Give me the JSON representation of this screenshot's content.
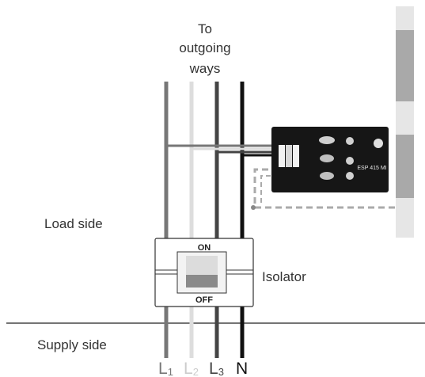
{
  "top_label_lines": [
    "To",
    "outgoing",
    "ways"
  ],
  "load_side": "Load side",
  "supply_side": "Supply side",
  "isolator": "Isolator",
  "switch_on": "ON",
  "switch_off": "OFF",
  "device_model": "ESP 415 MI",
  "conductors": [
    {
      "label": "L",
      "sub": "1",
      "color": "#777777"
    },
    {
      "label": "L",
      "sub": "2",
      "color": "#dddddd"
    },
    {
      "label": "L",
      "sub": "3",
      "color": "#444444"
    },
    {
      "label": "N",
      "sub": "",
      "color": "#111111"
    }
  ],
  "earth_bar_colors": {
    "dark": "#a9a9a9",
    "light": "#e6e6e6"
  }
}
